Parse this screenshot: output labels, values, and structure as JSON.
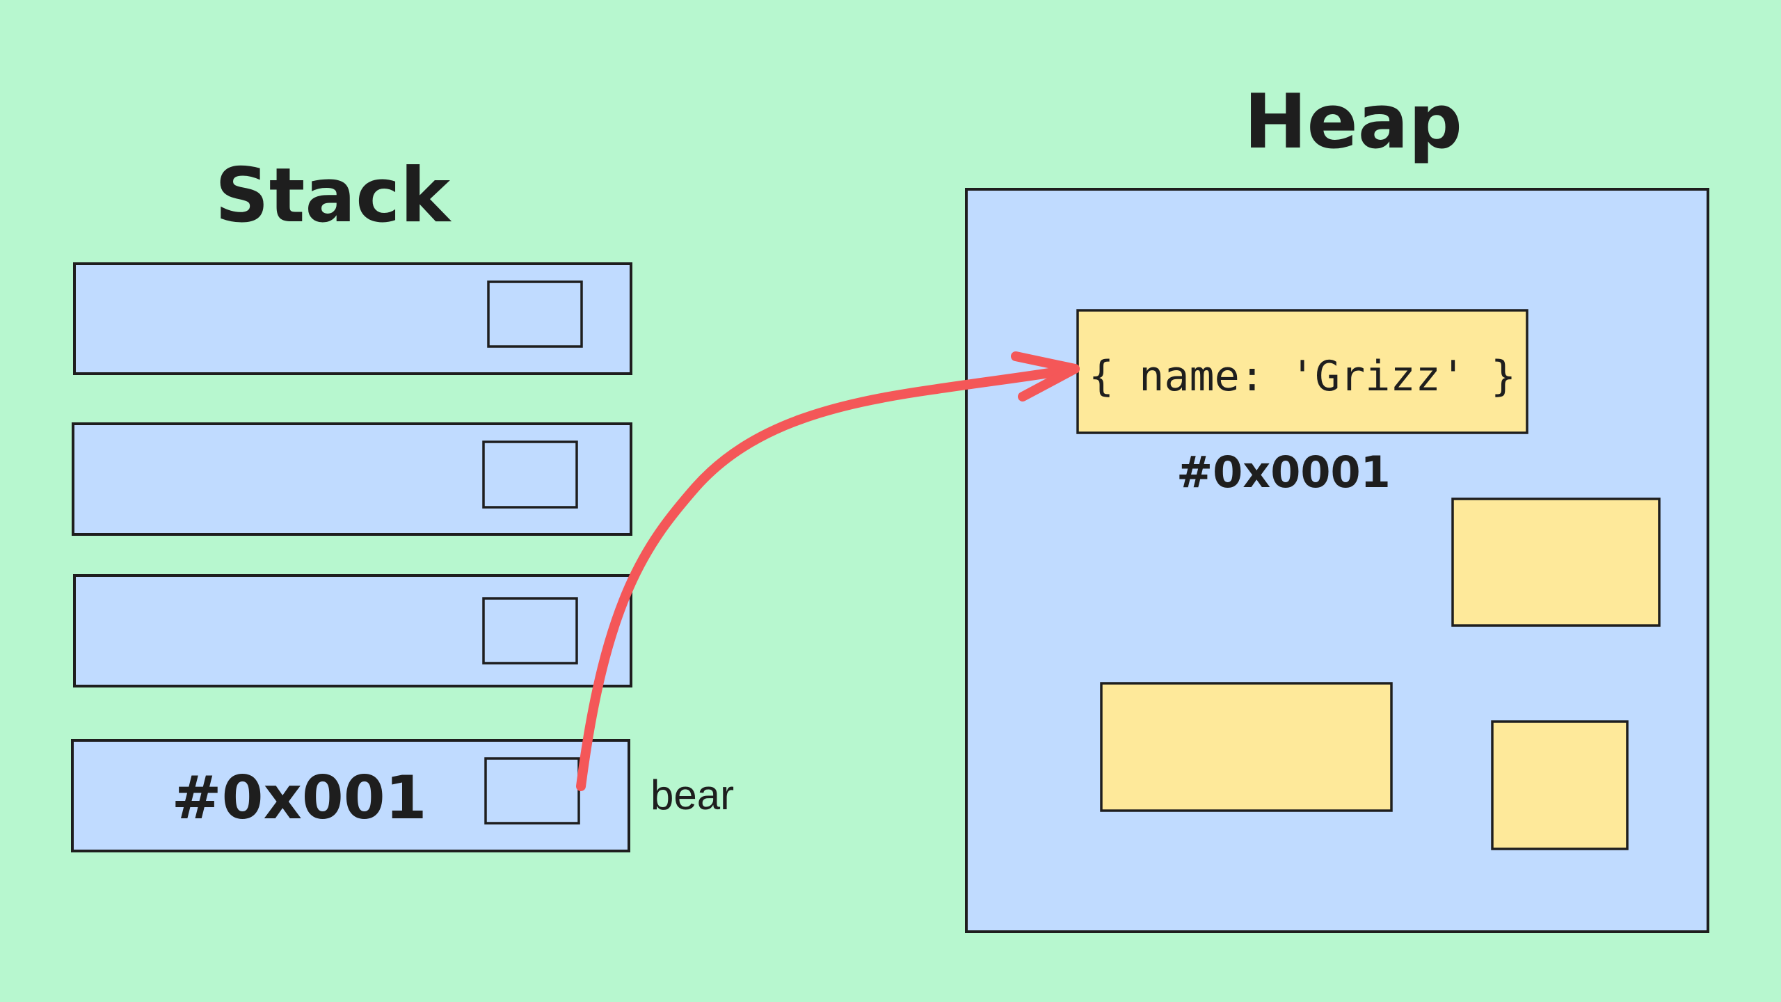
{
  "colors": {
    "background": "#b7f7cf",
    "memory_region_fill": "#c0dbff",
    "object_fill": "#fee99a",
    "stroke": "#1e1e1e",
    "pointer_arrow": "#f45758"
  },
  "stack": {
    "title": "Stack",
    "frames": [
      {
        "value": ""
      },
      {
        "value": ""
      },
      {
        "value": ""
      },
      {
        "value": "#0x001",
        "variable_name": "bear"
      }
    ]
  },
  "heap": {
    "title": "Heap",
    "objects": [
      {
        "content": "{ name: 'Grizz' }",
        "address": "#0x0001"
      },
      {
        "content": ""
      },
      {
        "content": ""
      },
      {
        "content": ""
      }
    ]
  }
}
